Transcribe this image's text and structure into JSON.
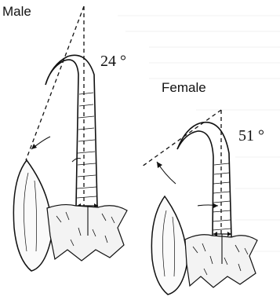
{
  "labels": {
    "male": "Male",
    "female": "Female",
    "male_angle": "24 °",
    "female_angle": "51 °"
  },
  "colors": {
    "ink": "#111111",
    "texture": "#e9e9e9"
  }
}
